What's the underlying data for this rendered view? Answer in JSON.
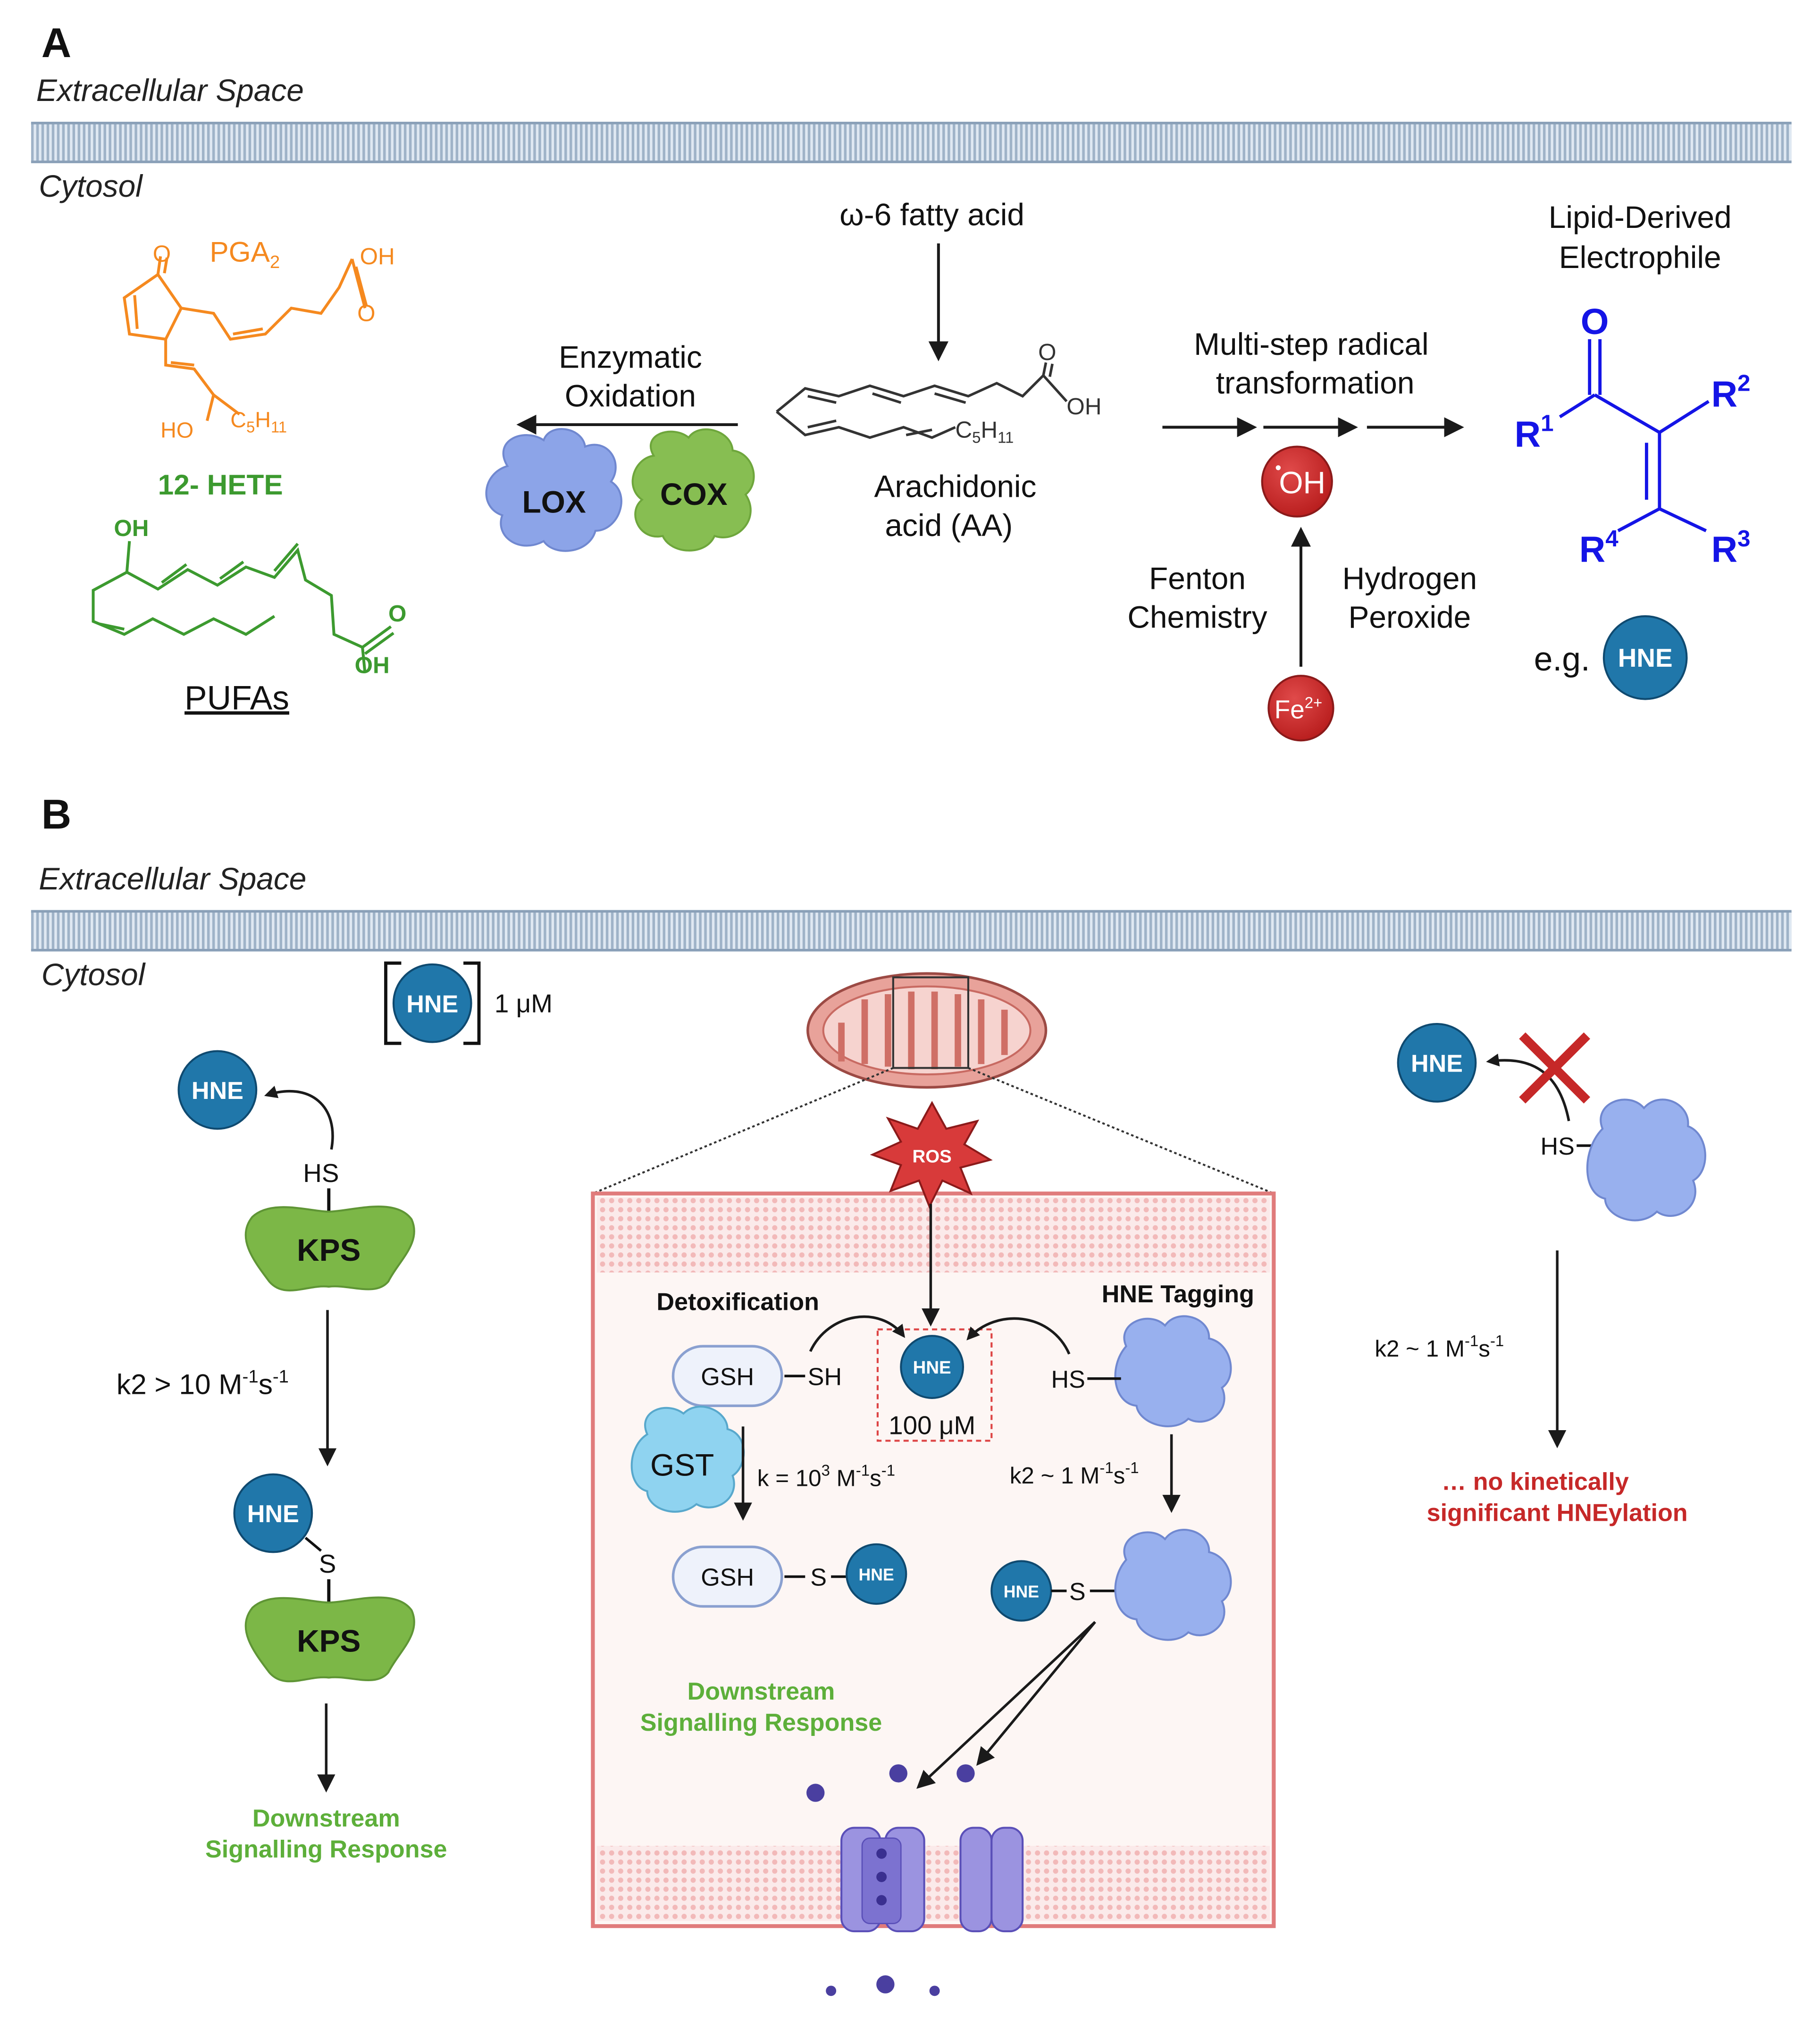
{
  "panel_a": {
    "label": "A",
    "extracellular_label": "Extracellular Space",
    "cytosol_label": "Cytosol",
    "pga2": "PGA",
    "pga2_sub": "2",
    "pga2_o": "O",
    "pga2_oh": "OH",
    "pga2_o2": "O",
    "pga2_ho": "HO",
    "pga2_c5": "C",
    "pga2_c5_sub": "5",
    "pga2_h11": "H",
    "pga2_h11_sub": "11",
    "hete_label": "12- HETE",
    "hete_oh": "OH",
    "hete_o": "O",
    "hete_oh2": "OH",
    "pufas_label": "PUFAs",
    "omega_label": "ω-6 fatty acid",
    "enzymatic_line1": "Enzymatic",
    "enzymatic_line2": "Oxidation",
    "lox": "LOX",
    "cox": "COX",
    "aa_o": "O",
    "aa_oh": "OH",
    "aa_c": "C",
    "aa_c_sub": "5",
    "aa_h": "H",
    "aa_h_sub": "11",
    "aa_line1": "Arachidonic",
    "aa_line2": "acid (AA)",
    "radical_line1": "Multi-step radical",
    "radical_line2": "transformation",
    "oh_radical": "OH",
    "oh_dot": "•",
    "fenton_line1": "Fenton",
    "fenton_line2": "Chemistry",
    "h2o2_line1": "Hydrogen",
    "h2o2_line2": "Peroxide",
    "fe": "Fe",
    "fe_sup": "2+",
    "lde_line1": "Lipid-Derived",
    "lde_line2": "Electrophile",
    "carbonyl_o": "O",
    "r": "R",
    "r1_sup": "1",
    "r2_sup": "2",
    "r3_sup": "3",
    "r4_sup": "4",
    "eg": "e.g.",
    "hne": "HNE"
  },
  "panel_b": {
    "label": "B",
    "extracellular_label": "Extracellular Space",
    "cytosol_label": "Cytosol",
    "hne": "HNE",
    "conc_1um": "1 μM",
    "hs": "HS",
    "s": "S",
    "sh": "SH",
    "kps": "KPS",
    "k2_left": "k2 > 10 M",
    "sup_neg1": "-1",
    "s_unit": "s",
    "ros": "ROS",
    "detox": "Detoxification",
    "tagging": "HNE Tagging",
    "gsh": "GSH",
    "gst": "GST",
    "conc_100um": "100 μM",
    "k_gst": "k = 10",
    "k_gst_sup": "3",
    "k_gst_unit": " M",
    "k2_mid": "k2 ~ 1 M",
    "downstream_line1": "Downstream",
    "downstream_line2": "Signalling Response",
    "k2_right": "k2 ~ 1 M",
    "no_kinetic_line1": "… no kinetically",
    "no_kinetic_line2": "significant HNEylation"
  },
  "colors": {
    "orange": "#F5891F",
    "green": "#3C9A2F",
    "signal_green": "#5DAF3A",
    "blue": "#1414E6",
    "hne_blue": "#2077AA",
    "red": "#C62828",
    "lox_blue": "#8CA4E8",
    "cox_green": "#87BE52",
    "protein_blue": "#98B0EE",
    "kps_green": "#7CB747",
    "gst_blue": "#8FD3F0",
    "cell_border": "#E07B7B",
    "membrane": "#B8C8D8"
  }
}
